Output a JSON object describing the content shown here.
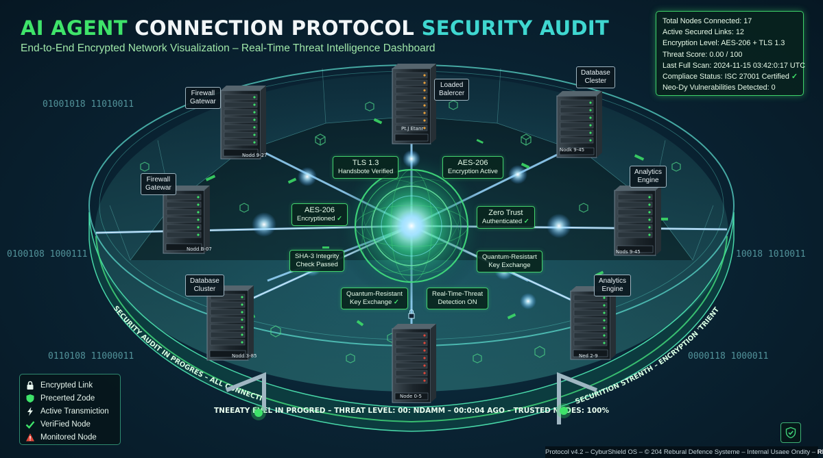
{
  "header": {
    "title_part1": "AI AGENT",
    "title_part2": "CONNECTION PROTOCOL",
    "title_part3": "SECURITY AUDIT",
    "subtitle": "End-to-End Encrypted Network Visualization – Real-Time Threat Intelligence Dashboard"
  },
  "stats": {
    "lines": [
      "Total Nodes Connected: 17",
      "Active Secured Links:  12",
      "Encryption Level: AES-206 + TLS 1.3",
      "Threat Score: 0.00 / 100",
      "Last Full Scan: 2024-11-15 03:42:0:17 UTC",
      "Compliace Status: ISC 27001 Certified",
      "Neo-Dy Vulnerabilities Detected: 0"
    ],
    "check_glyph": "✓"
  },
  "node_labels": {
    "firewall_top": [
      "Firewall",
      "Gatewar"
    ],
    "firewall_mid": [
      "Firewall",
      "Gatewar"
    ],
    "load_balancer": [
      "Loaded",
      "Balercer"
    ],
    "database_top": [
      "Database",
      "Clester"
    ],
    "database_left": [
      "Database",
      "Cluster"
    ],
    "analytics_mid": [
      "Analytics",
      "Engine"
    ],
    "analytics_low": [
      "Analytics",
      "Engine"
    ]
  },
  "server_tags": {
    "load_balancer": "Pt.J Etanr",
    "firewall_top": "Nodd 9-27",
    "firewall_mid": "Nodd B-07",
    "database_left": "Nodd 3-85",
    "database_top": "Nodk 9-45",
    "analytics_mid": "Nods 9-45",
    "analytics_low": "Ned 2-9",
    "bottom": "Node 0-5"
  },
  "connection_labels": {
    "tls": [
      "TLS 1.3",
      "Handsbote Verified"
    ],
    "aes_top": [
      "AES-206",
      "Encryption Active"
    ],
    "aes_left": [
      "AES-206",
      "Encryptioned"
    ],
    "zero_trust": [
      "Zero Trust",
      "Authenticated"
    ],
    "sha": [
      "SHA-3 Integrity",
      "Check Passed"
    ],
    "quantum_right": [
      "Quantum-Resistart",
      "Key Exchange"
    ],
    "quantum_bottom": [
      "Quantum-Resistant",
      "Key Exchange"
    ],
    "realtime": [
      "Real-Time-Threat",
      "Detection ON"
    ],
    "check_glyph": "✓"
  },
  "binary": {
    "left_top": "01001018 11010011",
    "left_mid": "0100108 1000111",
    "left_low": "0110108 11000011",
    "right_mid": "10018 1010011",
    "right_low": "0000118 1000011"
  },
  "ring_text": {
    "front": "TNEEATY EVEL IN PROGRED – THREAT LEVEL: 00: NDAMM – 00:0:04 AGO – TRUSTED NODES: 100%",
    "left": "SECURITY AUDIT IN PROGRES – ALL CONNECTION VERIFIED –",
    "right": "SECURITION STRENTH – ENCRYPTION 'TRIENTY VON"
  },
  "legend": {
    "items": [
      {
        "icon": "lock-icon",
        "label": "Encrypted Link"
      },
      {
        "icon": "shield-icon",
        "label": "Precerted Zode"
      },
      {
        "icon": "bolt-icon",
        "label": "Active Transmiction"
      },
      {
        "icon": "check-icon",
        "label": "VeriFied Node"
      },
      {
        "icon": "warning-icon",
        "label": "Monitored Node"
      }
    ]
  },
  "footer": {
    "text": "Protocol v4.2 – CyburShield OS – © 204 Rebural Defence Systeme – Internal Usaee Ondity –",
    "restricted": "RESTRICTED"
  },
  "colors": {
    "accent_green": "#3fe36a",
    "accent_teal": "#3fd7d0",
    "core_glow": "#7ff0ff",
    "beam": "#9ad8ff",
    "ring": "#2fb6a8"
  }
}
